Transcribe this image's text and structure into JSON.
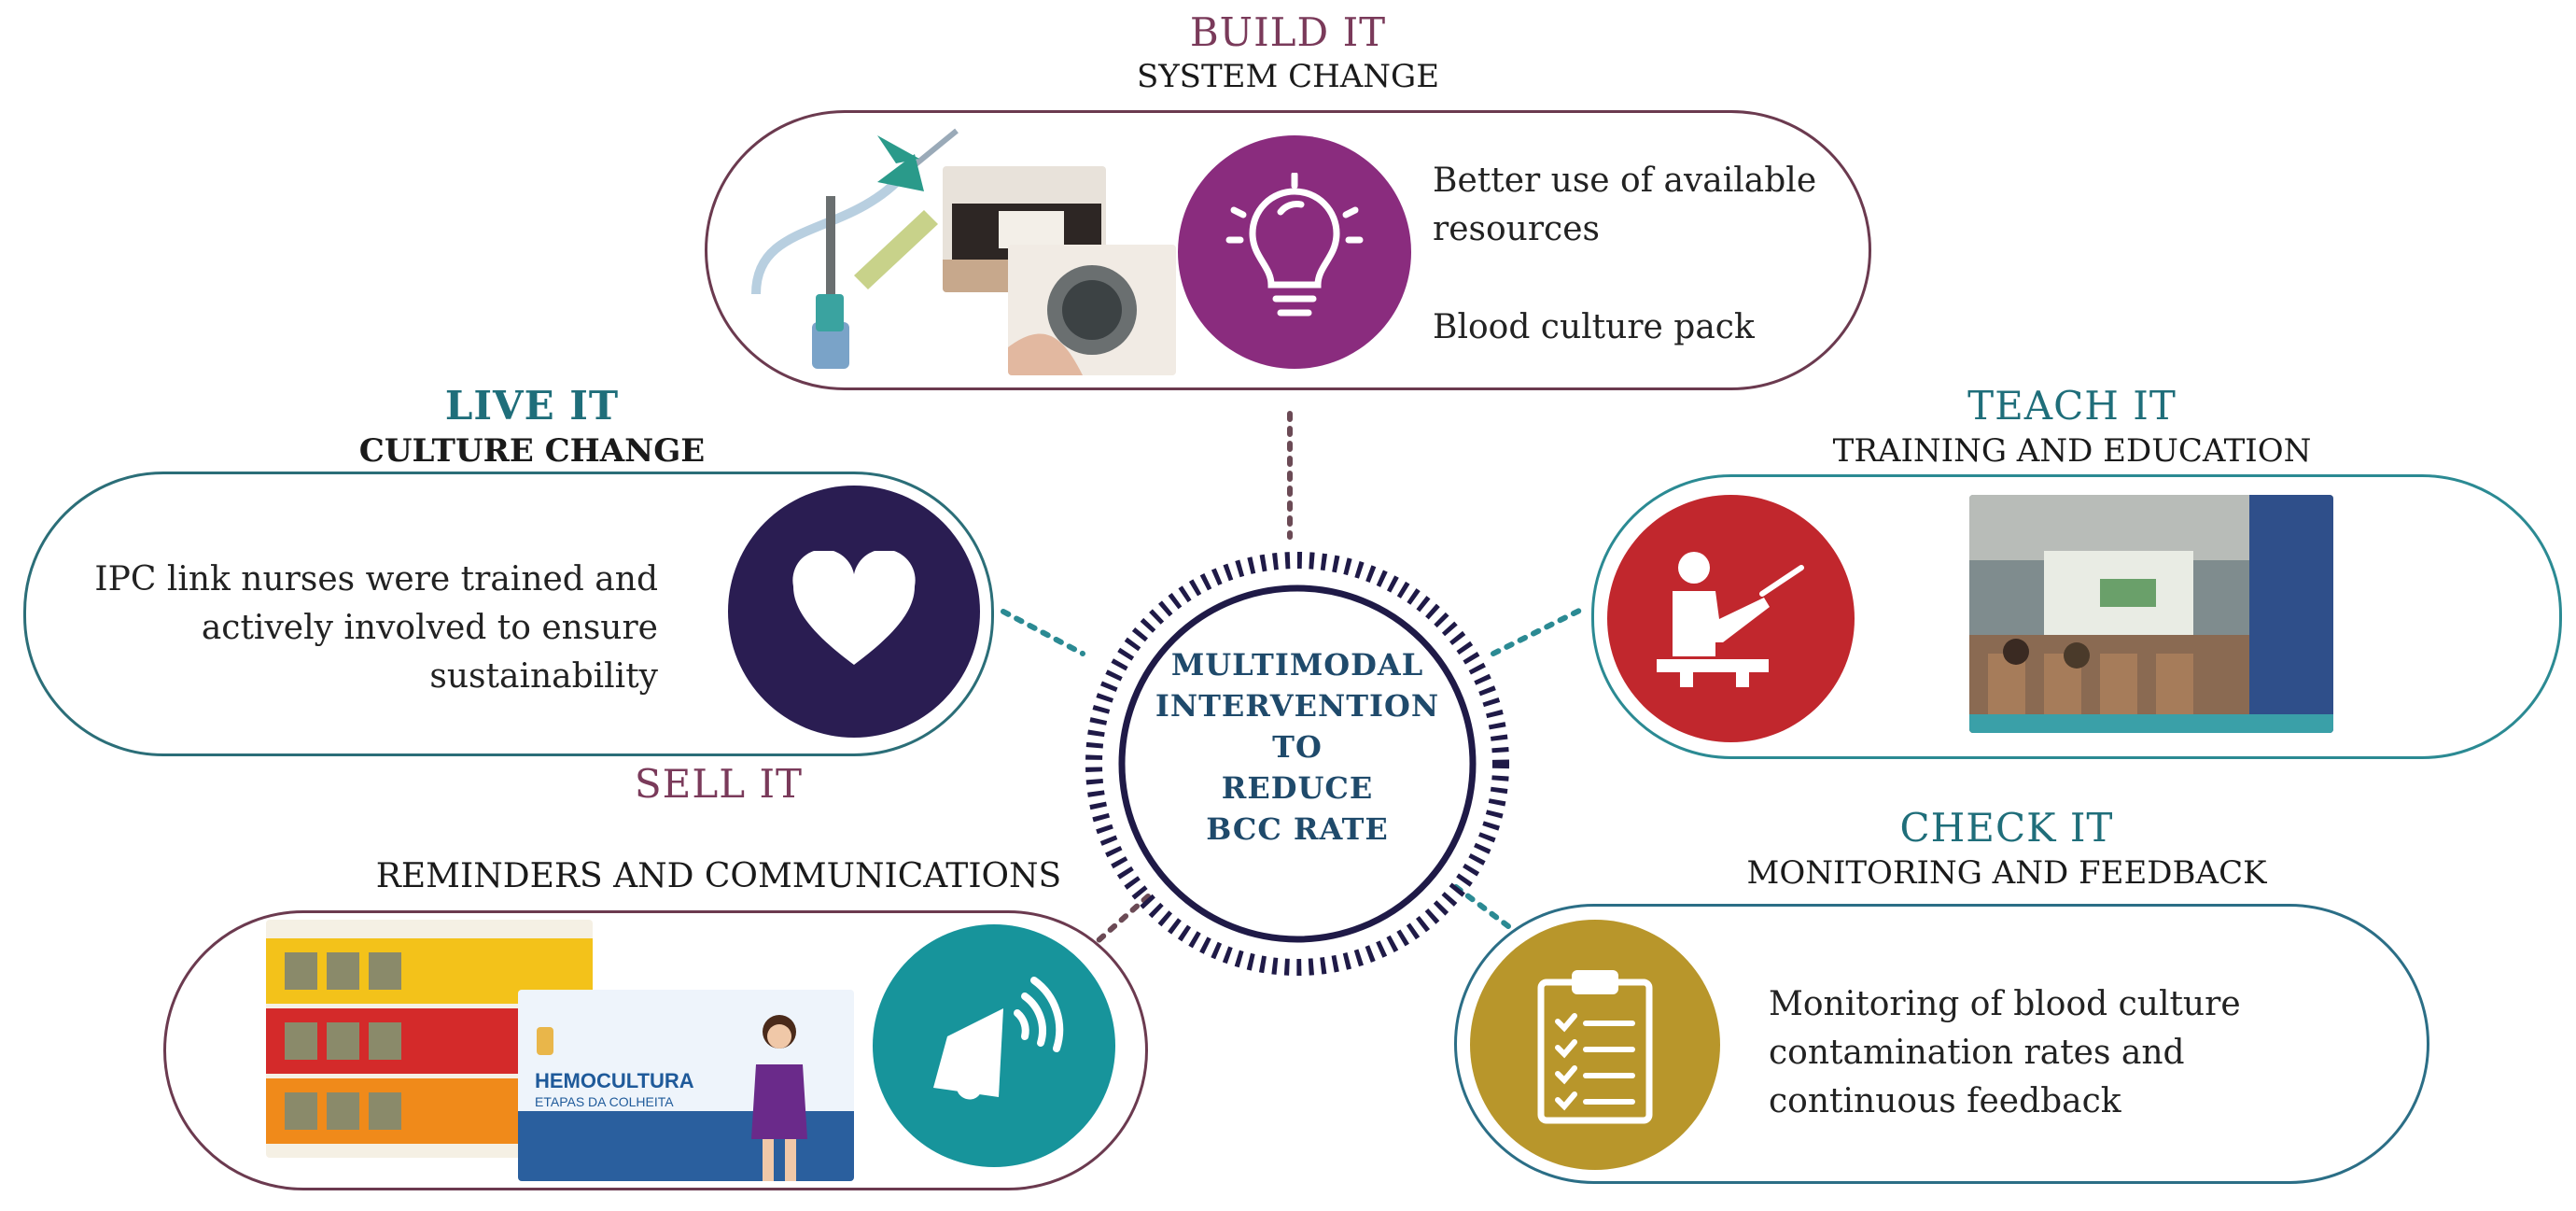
{
  "center": {
    "lines": [
      "MULTIMODAL",
      "INTERVENTION",
      "TO",
      "REDUCE",
      "BCC RATE"
    ]
  },
  "build": {
    "title": "BUILD IT",
    "subtitle": "SYSTEM CHANGE",
    "text1": "Better use of available resources",
    "text2": "Blood culture pack",
    "icon": "lightbulb-icon"
  },
  "live": {
    "title": "LIVE IT",
    "subtitle": "CULTURE CHANGE",
    "text": "IPC link nurses were trained and actively involved to ensure sustainability",
    "icon": "heart-icon"
  },
  "teach": {
    "title": "TEACH IT",
    "subtitle": "TRAINING AND EDUCATION",
    "icon": "teacher-icon"
  },
  "sell": {
    "title": "SELL IT",
    "subtitle": "REMINDERS AND COMMUNICATIONS",
    "icon": "megaphone-icon",
    "poster_title": "HEMOCULTURA",
    "poster_subtitle": "ETAPAS DA COLHEITA"
  },
  "check": {
    "title": "CHECK IT",
    "subtitle": "MONITORING AND FEEDBACK",
    "text": "Monitoring of blood culture contamination rates and continuous feedback",
    "icon": "clipboard-icon"
  },
  "colors": {
    "build": "#8a2c7e",
    "build_border": "#6b3a4f",
    "live": "#2a1d52",
    "live_border": "#2b6e78",
    "teach": "#c1272d",
    "teach_border": "#2b8a93",
    "sell": "#17949b",
    "sell_border": "#6b3a4f",
    "check": "#b8962b",
    "check_border": "#2b6e86",
    "center": "#1f1a47"
  }
}
